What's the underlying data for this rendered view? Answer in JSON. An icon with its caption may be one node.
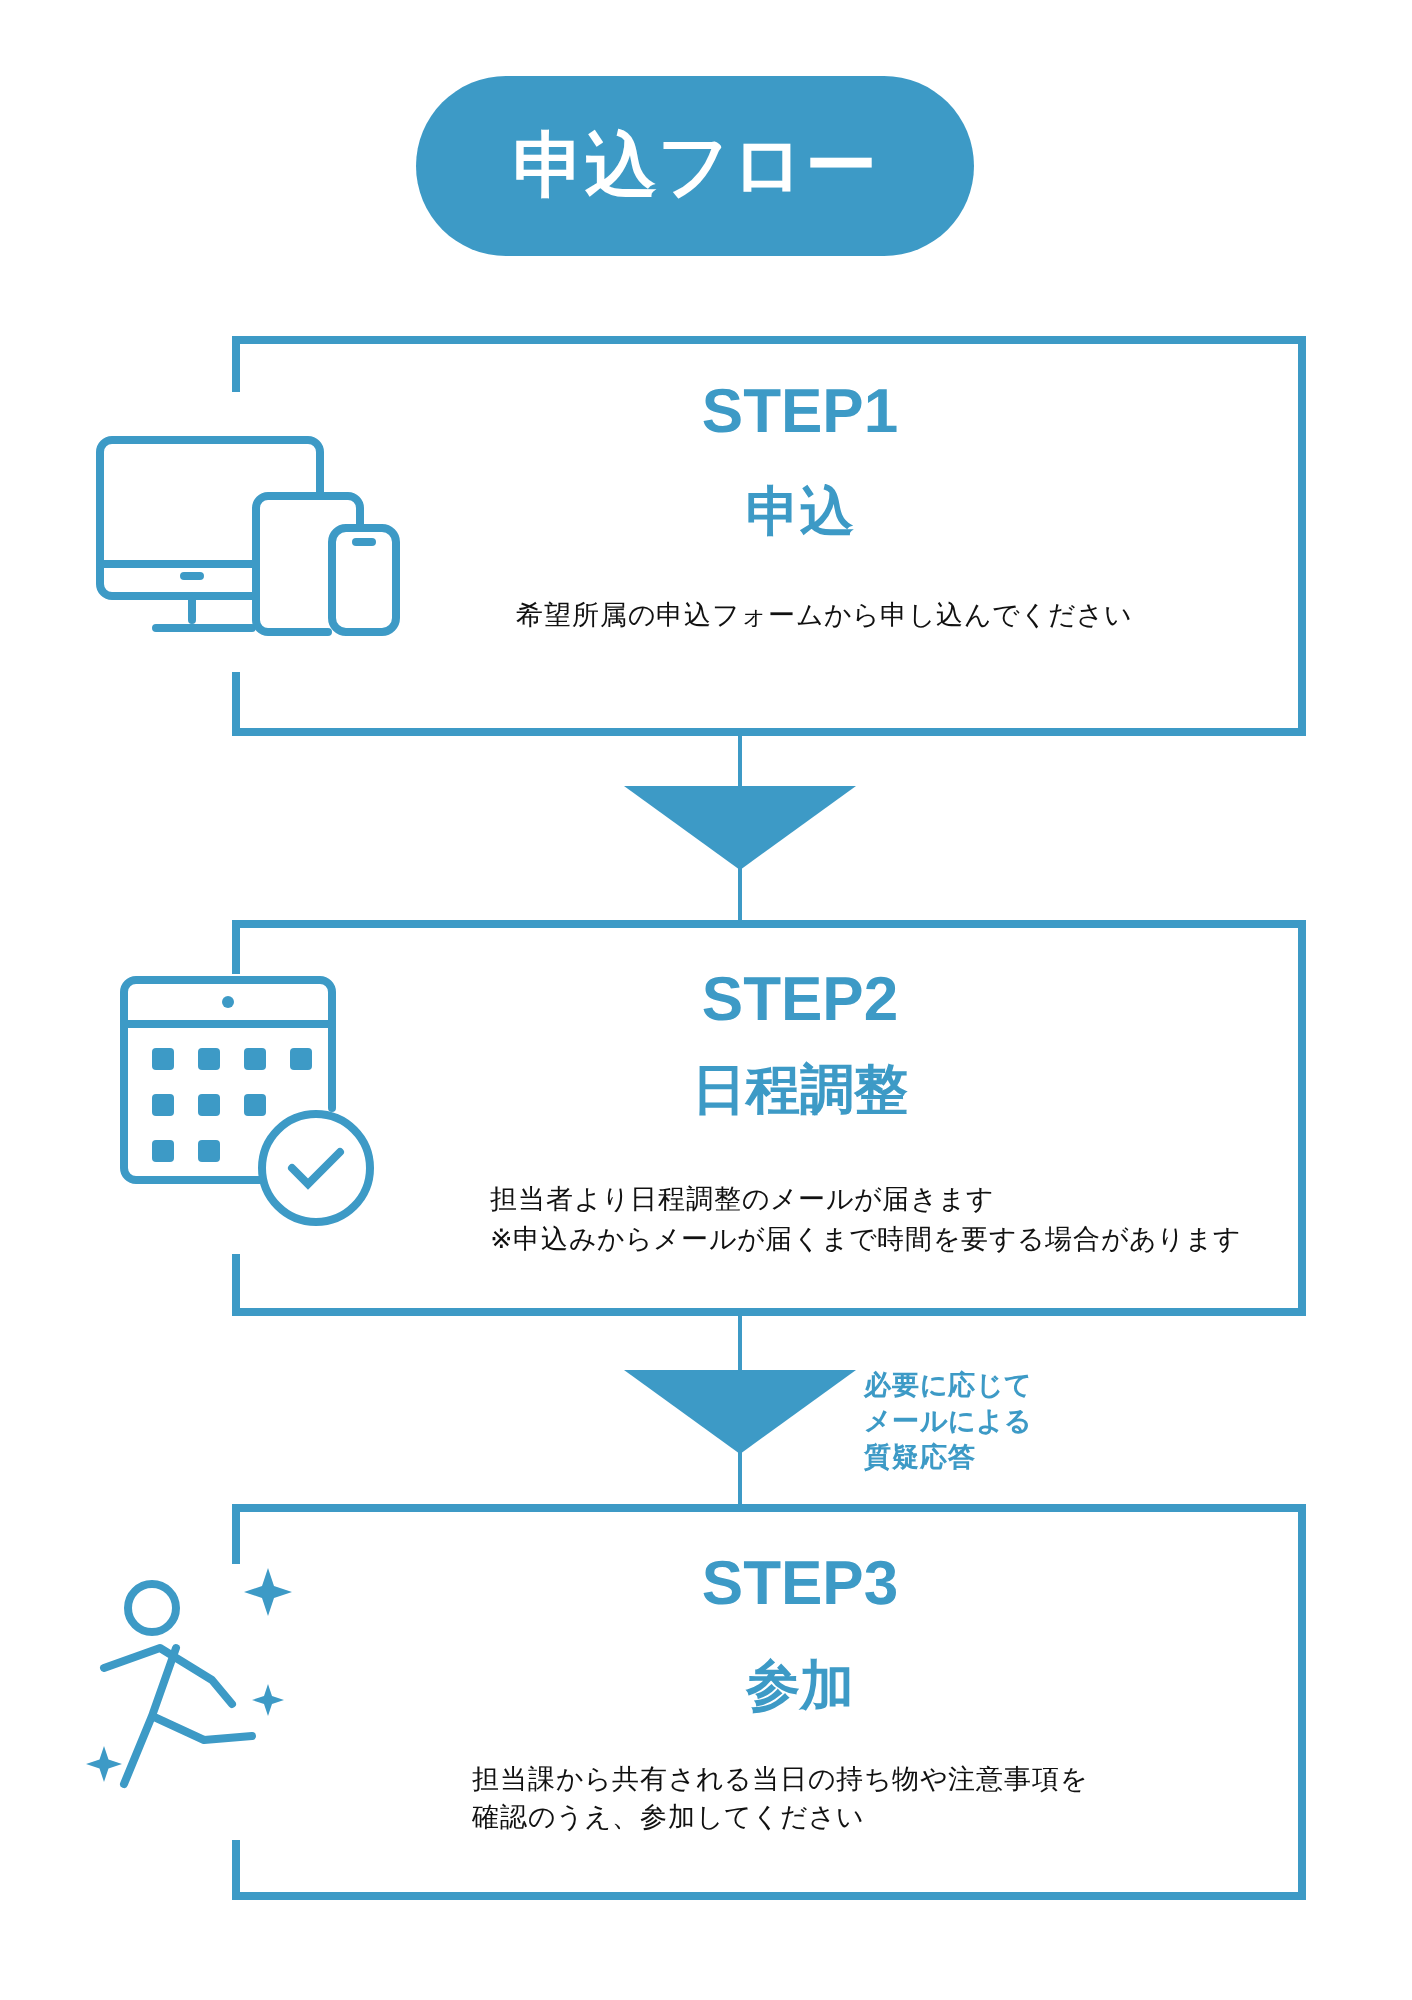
{
  "diagram": {
    "title": "申込フロー",
    "nodes": [
      {
        "text": [
          "STEP1",
          "申込",
          "希望所属の申込フォームから申し込んでください"
        ]
      },
      {
        "text": [
          "STEP2",
          "日程調整",
          "担当者より日程調整のメールが届きます",
          "※申込みからメールが届くまで時間を要する場合があります"
        ]
      },
      {
        "text": [
          "STEP3",
          "参加",
          "担当課から共有される当日の持ち物や注意事項を確認のうえ、参加してください"
        ]
      }
    ],
    "edges": [
      {
        "from": 0,
        "to": 1,
        "arrow": "to"
      },
      {
        "from": 1,
        "to": 2,
        "arrow": "to",
        "label": "必要に応じてメールによる質疑応答"
      }
    ]
  }
}
